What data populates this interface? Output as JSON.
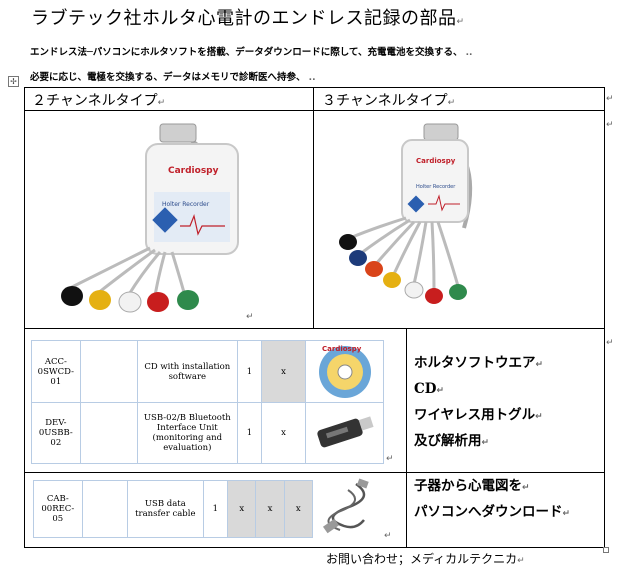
{
  "title": "ラブテック社ホルタ心電計のエンドレス記録の部品",
  "notes": [
    "エンドレス法─パソコンにホルタソフトを搭載、データダウンロードに際して、充電電池を交換する、",
    "必要に応じ、電極を交換する、データはメモリで診断医へ持参、"
  ],
  "headers": {
    "two_channel": "２チャンネルタイプ",
    "three_channel": "３チャンネルタイプ"
  },
  "device": {
    "brand": "Cardiospy",
    "label_two": "Holter Recorder",
    "label_three": "Holter Recorder"
  },
  "parts": [
    {
      "code": "ACC-0SWCD-01",
      "desc": "CD with installation software",
      "qty": "1",
      "mark": "x"
    },
    {
      "code": "DEV-0USBB-02",
      "desc": "USB-02/B Bluetooth Interface Unit (monitoring and evaluation)",
      "qty": "1",
      "mark": "x"
    },
    {
      "code": "CAB-00REC-05",
      "desc": "USB data transfer cable",
      "qty": "1",
      "marks": [
        "x",
        "x",
        "x"
      ]
    }
  ],
  "side_text": {
    "line1": "ホルタソフトウエア",
    "line2": "CD",
    "line3": "ワイヤレス用トグル",
    "line4": "及び解析用",
    "line5": "子器から心電図を",
    "line6": "パソコンへダウンロード"
  },
  "cd_label": "Cardiospy",
  "contact": "お問い合わせ；メディカルテクニカ",
  "return_mark": "↵"
}
